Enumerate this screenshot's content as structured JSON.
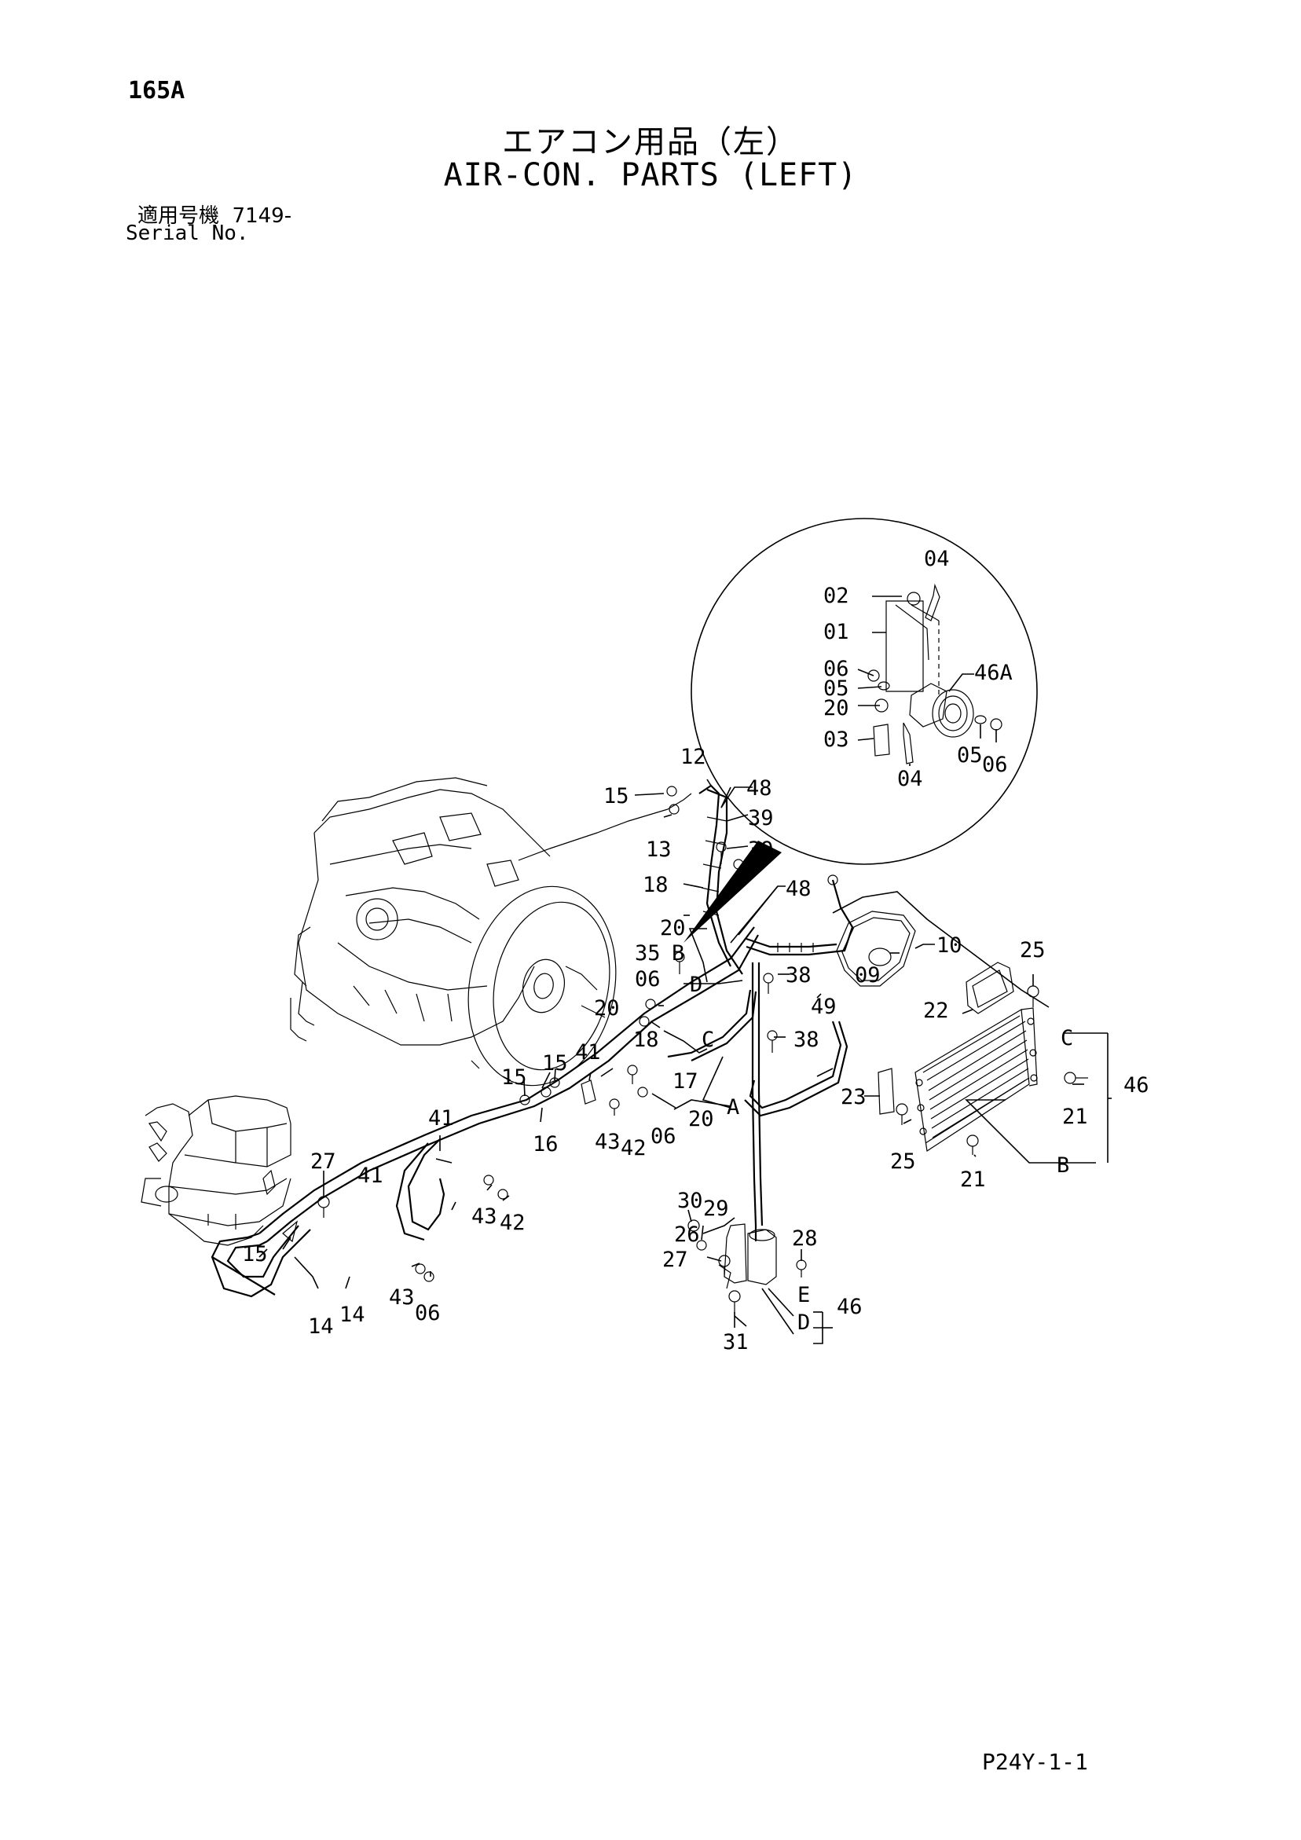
{
  "header": {
    "page_number": "165A",
    "title_ja": "エアコン用品（左）",
    "title_en": "AIR-CON. PARTS (LEFT)",
    "serial_label_ja": "適用号機",
    "serial_value": "7149-",
    "serial_label_en": "Serial No."
  },
  "footer": {
    "figure_code": "P24Y-1-1"
  },
  "callouts": [
    "04",
    "02",
    "01",
    "06",
    "05",
    "46A",
    "20",
    "03",
    "04",
    "05",
    "06",
    "12",
    "15",
    "48",
    "13",
    "39",
    "39",
    "18",
    "48",
    "20",
    "35",
    "B",
    "D",
    "38",
    "10",
    "09",
    "25",
    "06",
    "20",
    "18",
    "C",
    "38",
    "49",
    "22",
    "15",
    "41",
    "15",
    "17",
    "20",
    "A",
    "C",
    "23",
    "46",
    "21",
    "41",
    "16",
    "43",
    "42",
    "06",
    "25",
    "21",
    "B",
    "27",
    "41",
    "30",
    "29",
    "43",
    "42",
    "28",
    "26",
    "27",
    "E",
    "46",
    "15",
    "14",
    "14",
    "43",
    "06",
    "D",
    "31"
  ]
}
